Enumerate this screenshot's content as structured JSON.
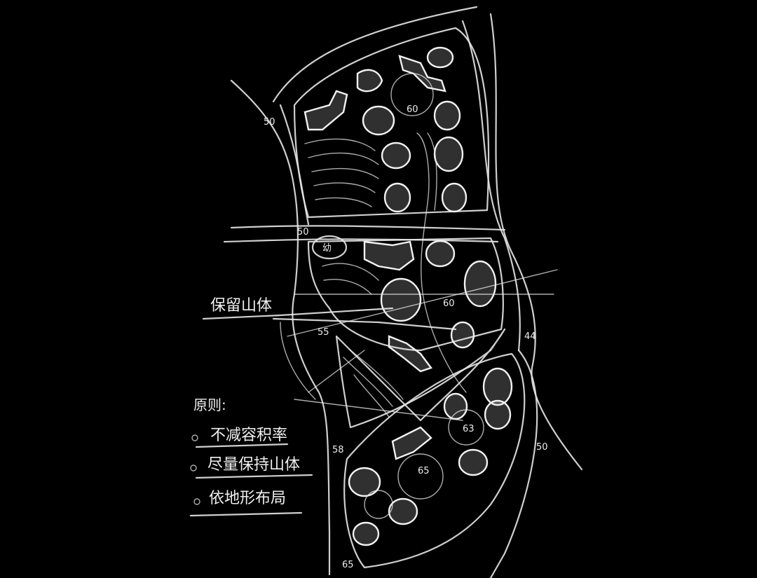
{
  "diagram": {
    "elevation_labels": [
      "50",
      "50",
      "60",
      "60",
      "55",
      "44",
      "50",
      "63",
      "58",
      "65",
      "65"
    ],
    "kindergarten_mark": "幼",
    "preserve_label": "保留山体",
    "principles": {
      "heading": "原则:",
      "items": [
        "不减容积率",
        "尽量保持山体",
        "依地形布局"
      ]
    }
  }
}
